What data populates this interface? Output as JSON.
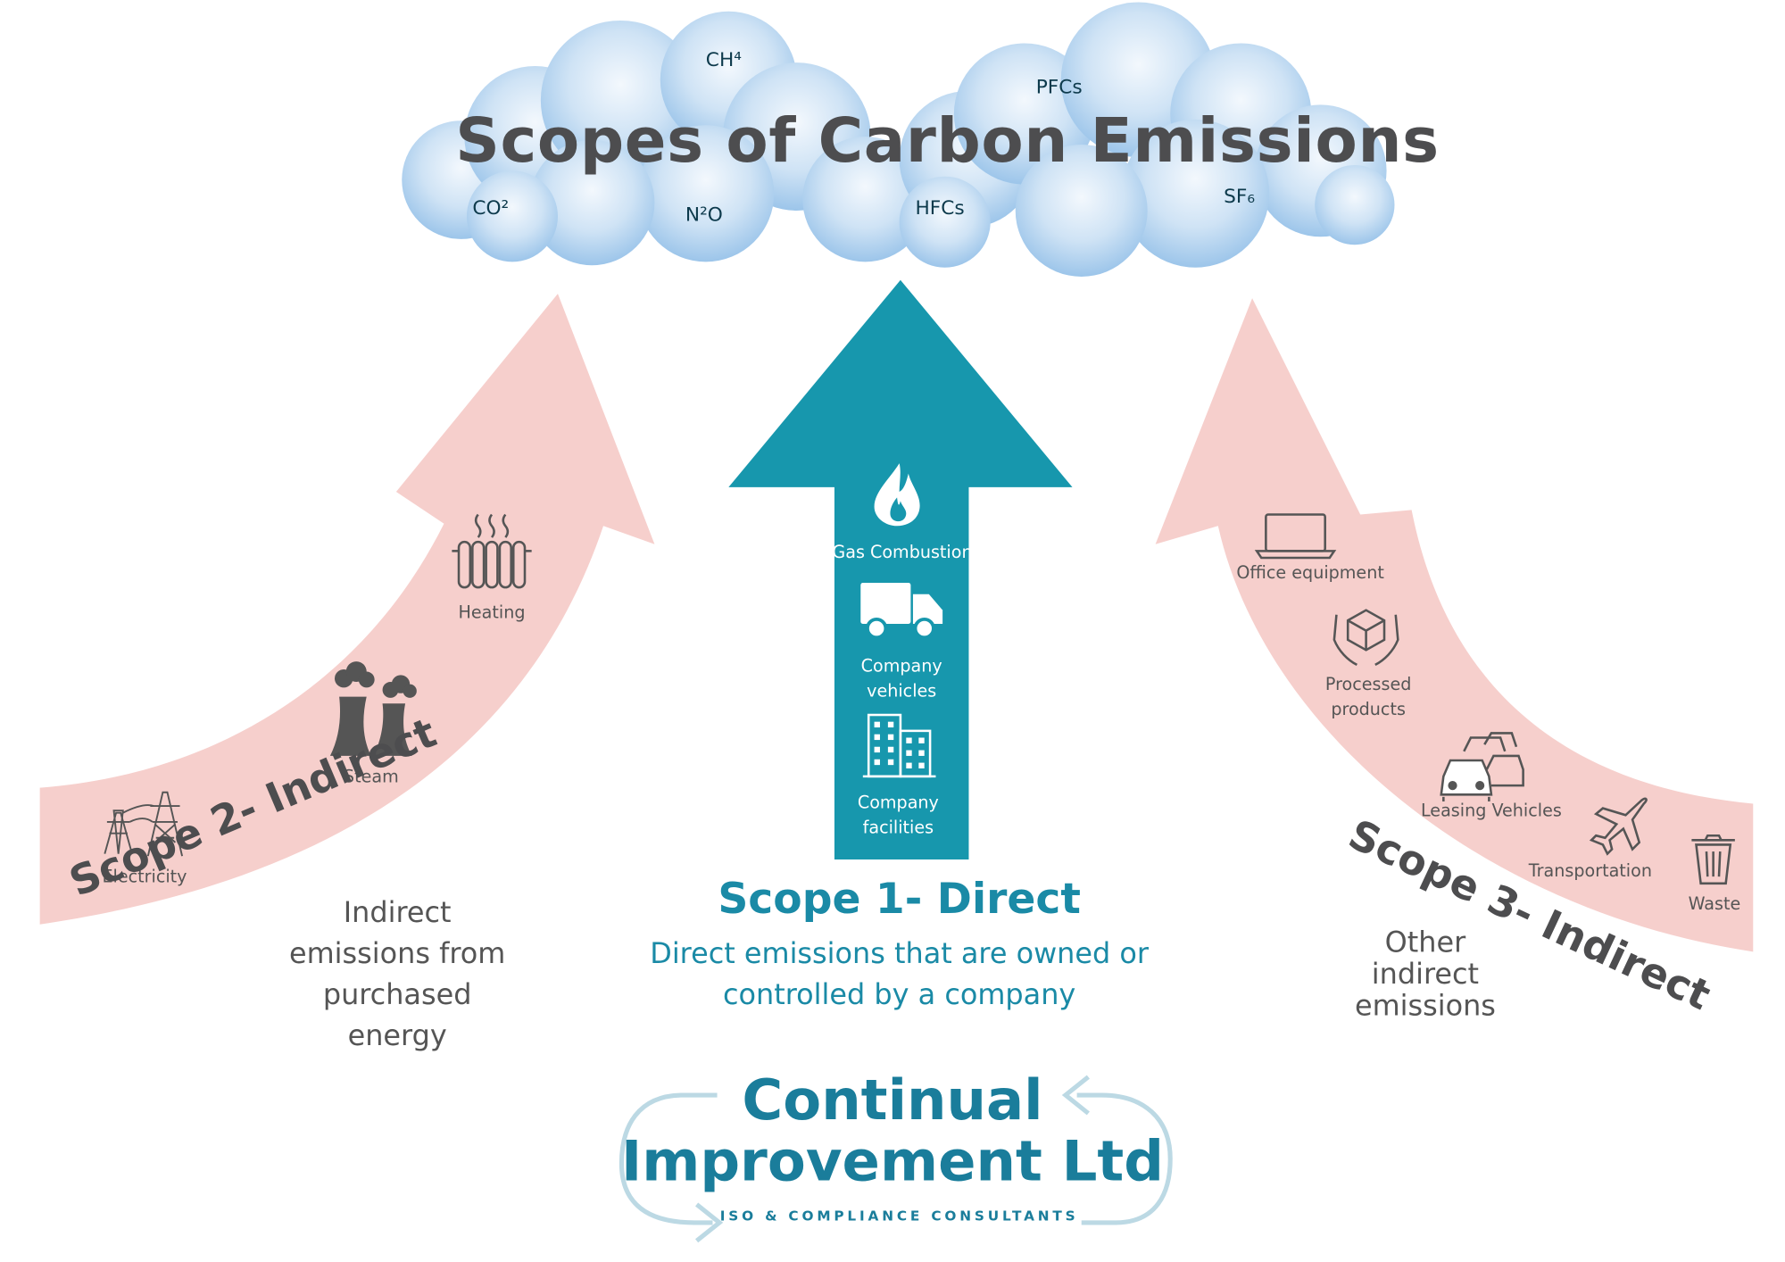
{
  "title": "Scopes of Carbon Emissions",
  "gases": {
    "ch4": "CH⁴",
    "pfcs": "PFCs",
    "co2": "CO²",
    "n2o": "N²O",
    "hfcs": "HFCs",
    "sf6": "SF₆"
  },
  "scope1": {
    "heading": "Scope 1- Direct",
    "description": "Direct emissions that are owned or controlled by a company",
    "items": [
      {
        "label": "Gas Combustion",
        "icon": "flame-icon"
      },
      {
        "label": "Company vehicles",
        "icon": "truck-icon"
      },
      {
        "label": "Company facilities",
        "icon": "building-icon"
      }
    ]
  },
  "scope2": {
    "heading": "Scope 2- Indirect",
    "description": "Indirect emissions from purchased energy",
    "items": [
      {
        "label": "Heating",
        "icon": "radiator-icon"
      },
      {
        "label": "Steam",
        "icon": "cooling-tower-icon"
      },
      {
        "label": "Electricity",
        "icon": "power-pylon-icon"
      }
    ]
  },
  "scope3": {
    "heading": "Scope 3- Indirect",
    "description": "Other indirect emissions",
    "items": [
      {
        "label": "Office equipment",
        "icon": "laptop-icon"
      },
      {
        "label": "Processed products",
        "icon": "hands-box-icon"
      },
      {
        "label": "Leasing Vehicles",
        "icon": "cars-icon"
      },
      {
        "label": "Transportation",
        "icon": "airplane-icon"
      },
      {
        "label": "Waste",
        "icon": "trash-bin-icon"
      }
    ]
  },
  "logo": {
    "line1": "Continual",
    "line2": "Improvement Ltd",
    "tagline": "ISO & COMPLIANCE CONSULTANTS"
  },
  "colors": {
    "teal": "#1797ad",
    "pink_arrow": "#f6cfcc",
    "cloud": "#a9cdee",
    "heading_grey": "#4d4d4f"
  }
}
